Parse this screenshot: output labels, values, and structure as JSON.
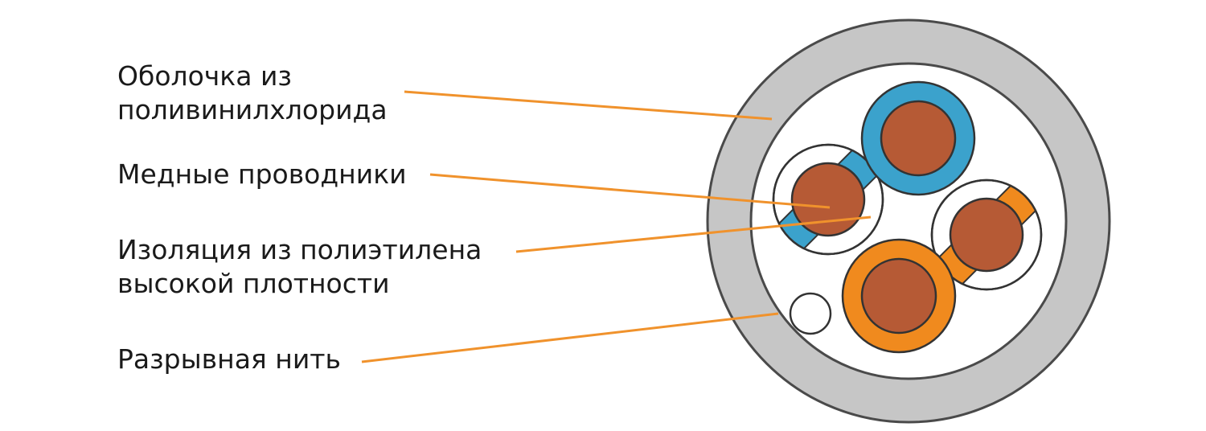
{
  "labels": {
    "sheath": [
      "Оболочка из",
      "поливинилхлорида"
    ],
    "copper": [
      "Медные проводники"
    ],
    "insulation": [
      "Изоляция из полиэтилена",
      "высокой плотности"
    ],
    "ripcord": [
      "Разрывная нить"
    ]
  },
  "colors": {
    "sheath": "#c6c6c6",
    "sheath_outline": "#4a4a4a",
    "leader_line": "#f0922c",
    "copper": "#b65a35",
    "blue_insulation": "#3ba2cc",
    "orange_insulation": "#f08a1e",
    "clear_insulation": "#ffffff"
  }
}
